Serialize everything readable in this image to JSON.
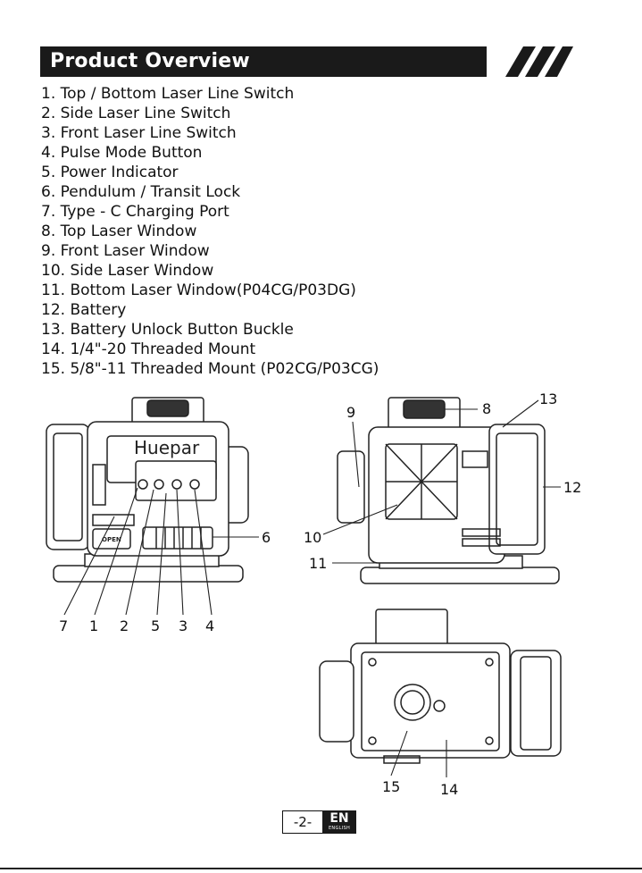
{
  "header": {
    "title": "Product Overview"
  },
  "items": [
    "1. Top / Bottom Laser Line Switch",
    "2. Side Laser Line Switch",
    "3. Front Laser Line Switch",
    "4. Pulse Mode Button",
    "5. Power Indicator",
    "6. Pendulum / Transit Lock",
    "7. Type - C Charging Port",
    "8. Top Laser Window",
    "9. Front Laser Window",
    "10. Side Laser Window",
    "11. Bottom Laser Window(P04CG/P03DG)",
    "12. Battery",
    "13. Battery Unlock Button Buckle",
    "14. 1/4\"-20 Threaded Mount",
    "15. 5/8\"-11 Threaded Mount (P02CG/P03CG)"
  ],
  "device": {
    "brand": "Huepar",
    "lock_label": "OPEN"
  },
  "callouts": {
    "c1": "1",
    "c2": "2",
    "c3": "3",
    "c4": "4",
    "c5": "5",
    "c6": "6",
    "c7": "7",
    "c8": "8",
    "c9": "9",
    "c10": "10",
    "c11": "11",
    "c12": "12",
    "c13": "13",
    "c14": "14",
    "c15": "15"
  },
  "footer": {
    "page": "-2-",
    "lang_code": "EN",
    "lang_name": "ENGLISH"
  }
}
